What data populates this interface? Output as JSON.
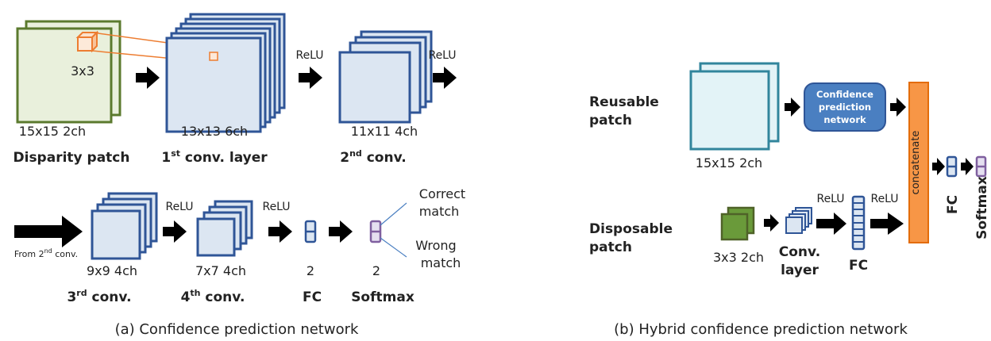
{
  "panel_a": {
    "input_patch_size": "15x15 2ch",
    "input_patch_name": "Disparity patch",
    "kernel_size": "3x3",
    "relu_labels": [
      "ReLU",
      "ReLU"
    ],
    "conv1_size": "13x13 6ch",
    "conv1_name_main": "1",
    "conv1_name_sup": "st",
    "conv1_name_rest": " conv. layer",
    "conv2_size": "11x11 4ch",
    "conv2_name_main": "2",
    "conv2_name_sup": "nd",
    "conv2_name_rest": " conv.",
    "from_label_main": "From 2",
    "from_label_sup": "nd",
    "from_label_rest": " conv.",
    "relu_row2": [
      "ReLU",
      "ReLU"
    ],
    "conv3_size": "9x9 4ch",
    "conv3_name_main": "3",
    "conv3_name_sup": "rd",
    "conv3_name_rest": " conv.",
    "conv4_size": "7x7 4ch",
    "conv4_name_main": "4",
    "conv4_name_sup": "th",
    "conv4_name_rest": " conv.",
    "fc_units": "2",
    "fc_name": "FC",
    "softmax_units": "2",
    "softmax_name": "Softmax",
    "output_correct_line1": "Correct",
    "output_correct_line2": "match",
    "output_wrong_line1": "Wrong",
    "output_wrong_line2": "match",
    "caption": "(a) Confidence prediction network"
  },
  "panel_b": {
    "reusable_line1": "Reusable",
    "reusable_line2": "patch",
    "reusable_size": "15x15 2ch",
    "cpn_line1": "Confidence",
    "cpn_line2": "prediction",
    "cpn_line3": "network",
    "concat_label": "concatenate",
    "disposable_line1": "Disposable",
    "disposable_line2": "patch",
    "disposable_size": "3x3 2ch",
    "conv_line1": "Conv.",
    "conv_line2": "layer",
    "relu_labels": [
      "ReLU",
      "ReLU"
    ],
    "fc_name": "FC",
    "fc_out_name": "FC",
    "softmax_name": "Softmax",
    "caption": "(b) Hybrid confidence prediction network"
  },
  "colors": {
    "green_fill": "#e9f0dc",
    "green_stroke": "#5b7a2e",
    "blue_fill": "#dce6f2",
    "blue_stroke": "#2f5597",
    "orange": "#ed7d31",
    "teal_fill": "#e3f3f7",
    "teal_stroke": "#31859c",
    "cpn_fill": "#4a7fc1",
    "concat_fill": "#f79646",
    "purple_fill": "#e5dff0",
    "purple_stroke": "#7f5f9f",
    "dark_green": "#6a9a3a"
  }
}
